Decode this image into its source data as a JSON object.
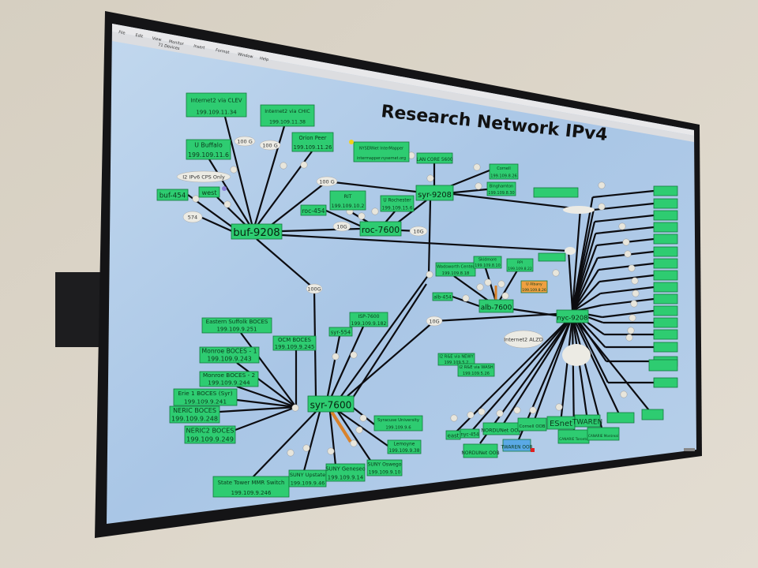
{
  "window": {
    "menu": [
      "File",
      "Edit",
      "View",
      "Monitor",
      "Insert",
      "Format",
      "Window",
      "Help"
    ],
    "toolbar_text": "71 Devices"
  },
  "diagram": {
    "title": "Research Network IPv4"
  },
  "colors": {
    "wall": "#d9d2c4",
    "screen": "#b5cfe9",
    "node_fill": "#2ecc71",
    "node_border": "#137a3c",
    "warning_node": "#f0a040",
    "info_node": "#5aa9e6",
    "link_label": "#ecebe4"
  },
  "nodes": [
    {
      "id": "i2-clev",
      "lines": [
        "Internet2 via CLEV",
        "199.109.11.34"
      ]
    },
    {
      "id": "i2-chic",
      "lines": [
        "Internet2 via CHIC",
        "199.109.11.38"
      ]
    },
    {
      "id": "orion",
      "lines": [
        "Orion Peer",
        "199.109.11.26"
      ]
    },
    {
      "id": "ubuffalo",
      "lines": [
        "U Buffalo",
        "199.109.11.6"
      ]
    },
    {
      "id": "buf-454",
      "lines": [
        "buf-454"
      ]
    },
    {
      "id": "west",
      "lines": [
        "west"
      ]
    },
    {
      "id": "buf-9208",
      "lines": [
        "buf-9208"
      ],
      "router": true
    },
    {
      "id": "intermapper",
      "lines": [
        "NYSERNet InterMapper",
        "intermapper.nysernet.org"
      ]
    },
    {
      "id": "lan-core",
      "lines": [
        "LAN CORE 5600"
      ]
    },
    {
      "id": "syr-9208",
      "lines": [
        "syr-9208"
      ],
      "router": true
    },
    {
      "id": "cornell",
      "lines": [
        "Cornell",
        "199.109.8.26"
      ]
    },
    {
      "id": "binghamton",
      "lines": [
        "Binghamton",
        "199.109.8.30"
      ]
    },
    {
      "id": "rit",
      "lines": [
        "RIT",
        "199.109.10.2"
      ]
    },
    {
      "id": "urochester",
      "lines": [
        "U Rochester",
        "199.109.15.6"
      ]
    },
    {
      "id": "roc-454",
      "lines": [
        "roc-454"
      ]
    },
    {
      "id": "roc-7600",
      "lines": [
        "roc-7600"
      ],
      "router": true
    },
    {
      "id": "wadsworth",
      "lines": [
        "Wadsworth Center",
        "199.109.8.18"
      ]
    },
    {
      "id": "skidmore",
      "lines": [
        "Skidmore",
        "199.109.8.10"
      ]
    },
    {
      "id": "rpi",
      "lines": [
        "RPI",
        "199.109.8.22"
      ]
    },
    {
      "id": "ualbany",
      "lines": [
        "U Albany",
        "199.109.8.26"
      ],
      "warn": true
    },
    {
      "id": "alb-454",
      "lines": [
        "alb-454"
      ]
    },
    {
      "id": "alb-7600",
      "lines": [
        "alb-7600"
      ],
      "router": true
    },
    {
      "id": "nyc-9208",
      "lines": [
        "nyc-9208"
      ],
      "router": true
    },
    {
      "id": "isp-7600",
      "lines": [
        "ISP-7600",
        "199.109.9.182"
      ]
    },
    {
      "id": "syr-554",
      "lines": [
        "syr-554"
      ]
    },
    {
      "id": "syr-7600",
      "lines": [
        "syr-7600"
      ],
      "router": true
    },
    {
      "id": "esboces",
      "lines": [
        "Eastern Suffolk BOCES",
        "199.109.9.251"
      ]
    },
    {
      "id": "ocm",
      "lines": [
        "OCM BOCES",
        "199.109.9.245"
      ]
    },
    {
      "id": "monroe1",
      "lines": [
        "Monroe BOCES - 1",
        "199.109.9.243"
      ]
    },
    {
      "id": "monroe2",
      "lines": [
        "Monroe BOCES - 2",
        "199.109.9.244"
      ]
    },
    {
      "id": "erie1",
      "lines": [
        "Erie 1 BOCES (Syr)",
        "199.109.9.241"
      ]
    },
    {
      "id": "neric",
      "lines": [
        "NERIC BOCES",
        "199.109.9.248"
      ]
    },
    {
      "id": "neric2",
      "lines": [
        "NERIC2 BOCES",
        "199.109.9.249"
      ]
    },
    {
      "id": "syracuse",
      "lines": [
        "Syracuse University",
        "199.109.9.6"
      ]
    },
    {
      "id": "lemoyne",
      "lines": [
        "Lemoyne",
        "199.109.9.38"
      ]
    },
    {
      "id": "statetower",
      "lines": [
        "State Tower  MMR Switch",
        "199.109.9.246"
      ]
    },
    {
      "id": "upstate",
      "lines": [
        "SUNY Upstate",
        "199.109.9.46"
      ]
    },
    {
      "id": "geneseo",
      "lines": [
        "SUNY Geneseo",
        "199.109.9.14"
      ]
    },
    {
      "id": "oswego",
      "lines": [
        "SUNY Oswego",
        "199.109.9.10"
      ]
    },
    {
      "id": "i2-newy",
      "lines": [
        "I2 R&E via NEWY",
        "199.109.5.2"
      ]
    },
    {
      "id": "i2-wash",
      "lines": [
        "I2 R&E via WASH",
        "199.109.5.26"
      ]
    },
    {
      "id": "east",
      "lines": [
        "east"
      ]
    },
    {
      "id": "nyc-454",
      "lines": [
        "nyc-454"
      ]
    },
    {
      "id": "nordunet-oob-1",
      "lines": [
        "NORDUNet OOB"
      ]
    },
    {
      "id": "nordunet-oob-2",
      "lines": [
        "NORDUNet OOB"
      ]
    },
    {
      "id": "cornell-oob",
      "lines": [
        "Cornell OOB"
      ]
    },
    {
      "id": "esnet",
      "lines": [
        "ESnet"
      ]
    },
    {
      "id": "twaren-oob",
      "lines": [
        "TWAREN OOB"
      ],
      "info": true
    },
    {
      "id": "twaren",
      "lines": [
        "TWAREN"
      ]
    },
    {
      "id": "canarie-tor",
      "lines": [
        "CANARIE Toronto"
      ]
    },
    {
      "id": "canarie-mtl",
      "lines": [
        "CANARIE Montreal"
      ]
    }
  ],
  "link_labels": [
    "100 G",
    "100 G",
    "100 G",
    "10G",
    "10G",
    "574",
    "I2 IPv6 CPS Only",
    "100G",
    "10G",
    "Internet2 ALZD"
  ]
}
